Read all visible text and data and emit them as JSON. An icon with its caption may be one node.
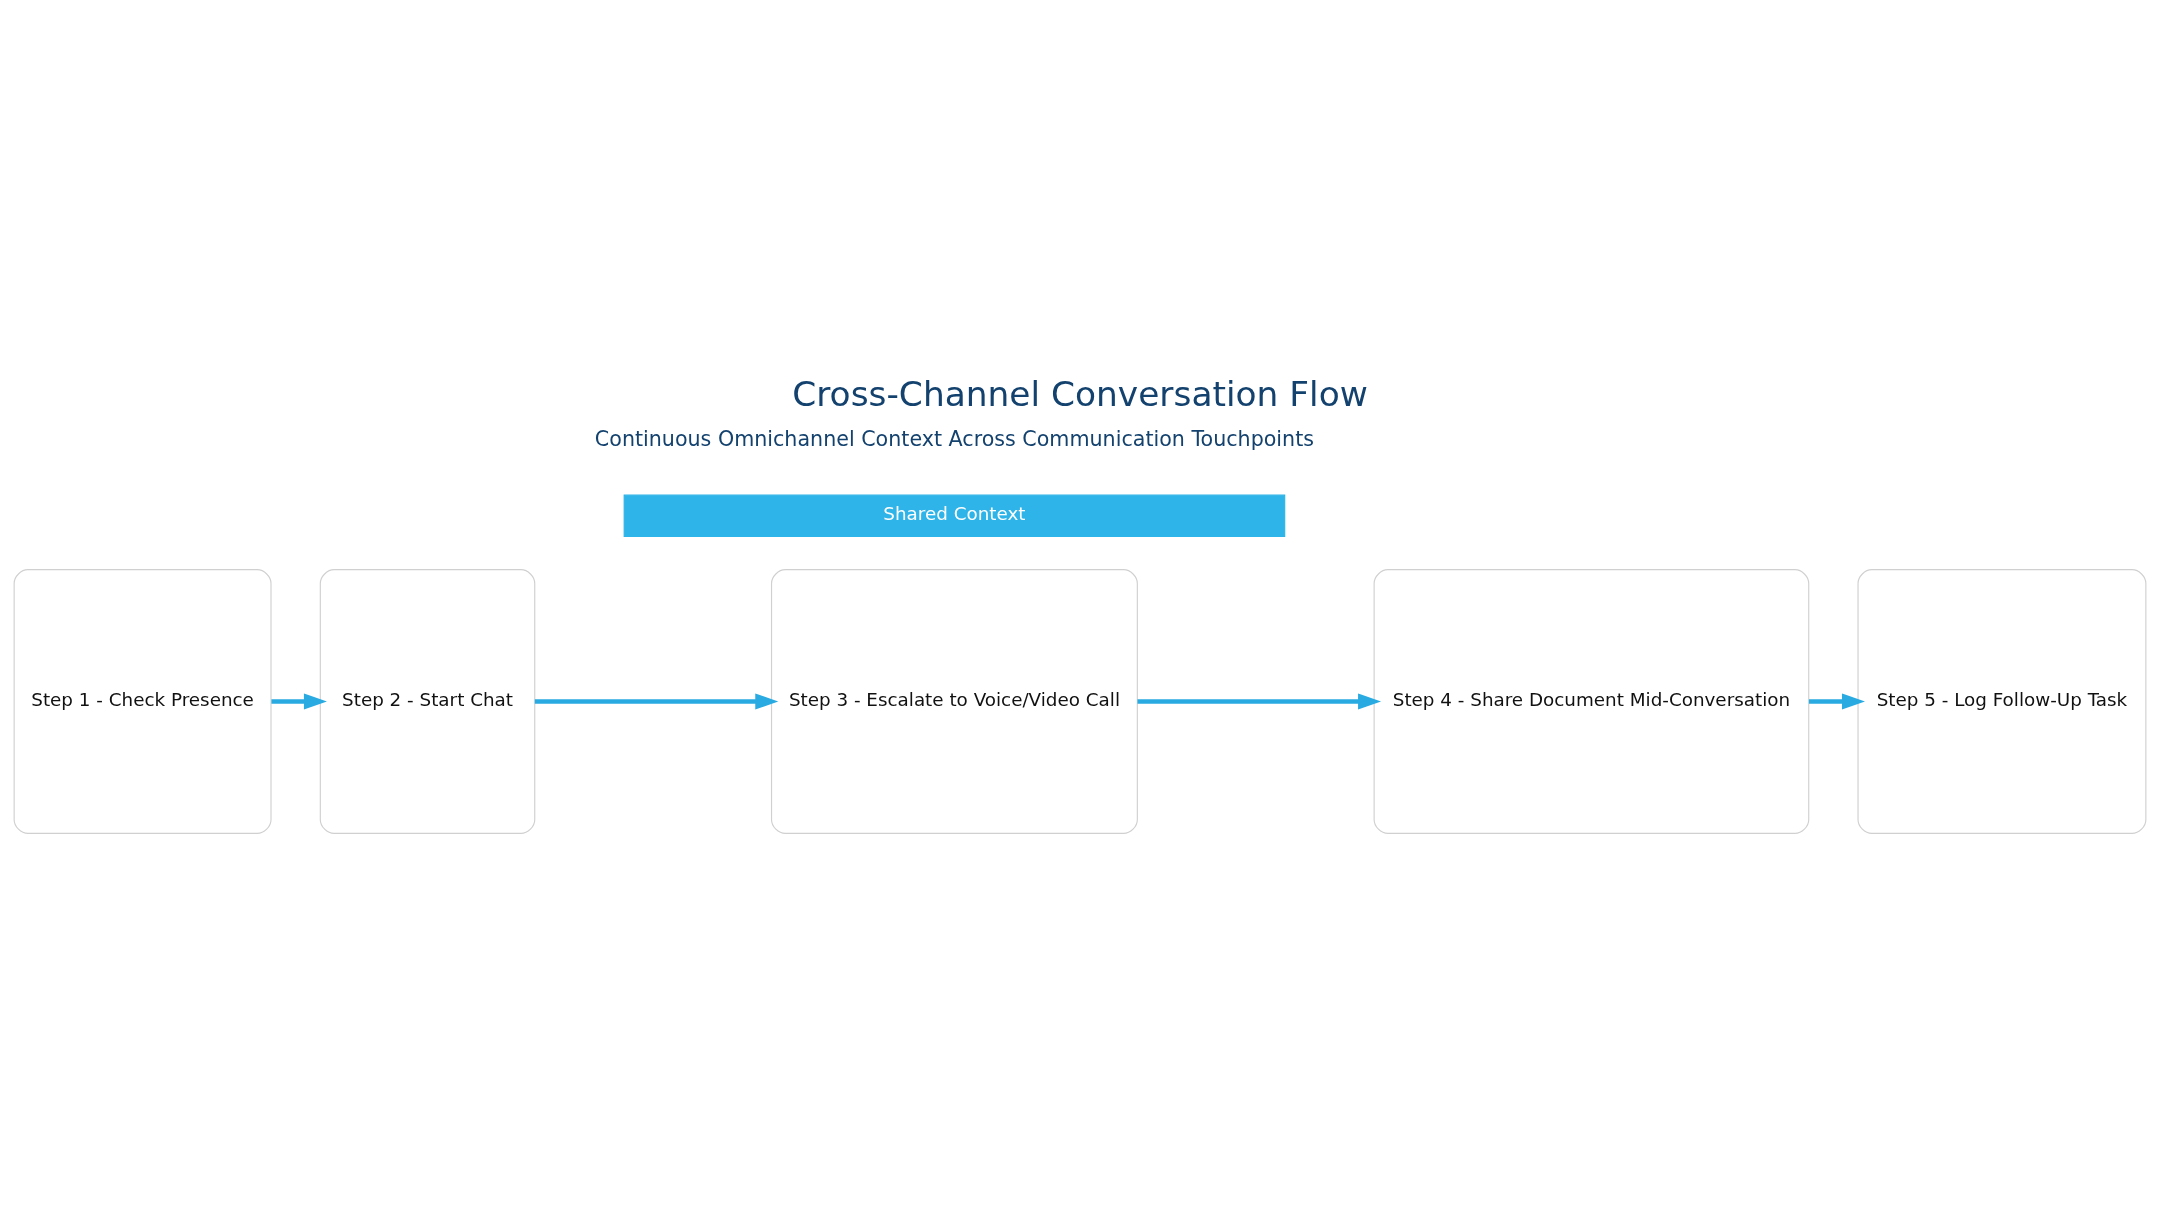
{
  "diagram": {
    "title": "Cross-Channel Conversation Flow",
    "nodes": [
      {
        "text": [
          "Step 1 - Check Presence"
        ]
      },
      {
        "text": [
          "Step 2 - Start Chat"
        ]
      },
      {
        "text": [
          "Step 3 - Escalate to Voice/Video Call"
        ]
      },
      {
        "text": [
          "Step 4 - Share Document Mid-Conversation"
        ]
      },
      {
        "text": [
          "Step 5 - Log Follow-Up Task"
        ]
      },
      {
        "text": [
          "Shared Context"
        ]
      }
    ],
    "edges": [
      {
        "from": 0,
        "to": 1,
        "arrow": "to"
      },
      {
        "from": 1,
        "to": 2,
        "arrow": "to"
      },
      {
        "from": 2,
        "to": 3,
        "arrow": "to"
      },
      {
        "from": 3,
        "to": 4,
        "arrow": "to"
      }
    ],
    "labels": [
      "Continuous Omnichannel Context Across Communication Touchpoints"
    ]
  }
}
